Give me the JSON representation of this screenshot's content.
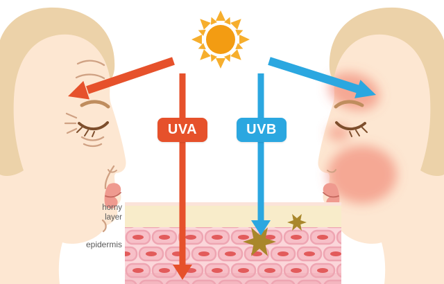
{
  "labels": {
    "uva": "UVA",
    "uvb": "UVB",
    "horny_layer": "horny\nlayer",
    "epidermis": "epidermis"
  },
  "colors": {
    "background": "#ffffff",
    "uva": "#e6512b",
    "uvb": "#2ba7e0",
    "sun_core": "#f39c12",
    "sun_rays": "#f6ae2d",
    "skin_face": "#fde7d2",
    "hair": "#ecd2a9",
    "horny_layer": "#f8ecca",
    "horny_top_edge": "#fbe3d9",
    "epidermis_bg": "#fbd6da",
    "cell_fill": "#f7c0c8",
    "cell_stroke": "#eea5b2",
    "nucleus": "#e25b5b",
    "burst": "#a9872b",
    "label_text": "#5a5a5a",
    "wrinkle": "#cfa183",
    "brow": "#bf8d5e",
    "lash": "#7d4e2c",
    "lips": "#ef9a8f",
    "mouth_line": "#c4685e",
    "blush": "#ee6a58"
  }
}
